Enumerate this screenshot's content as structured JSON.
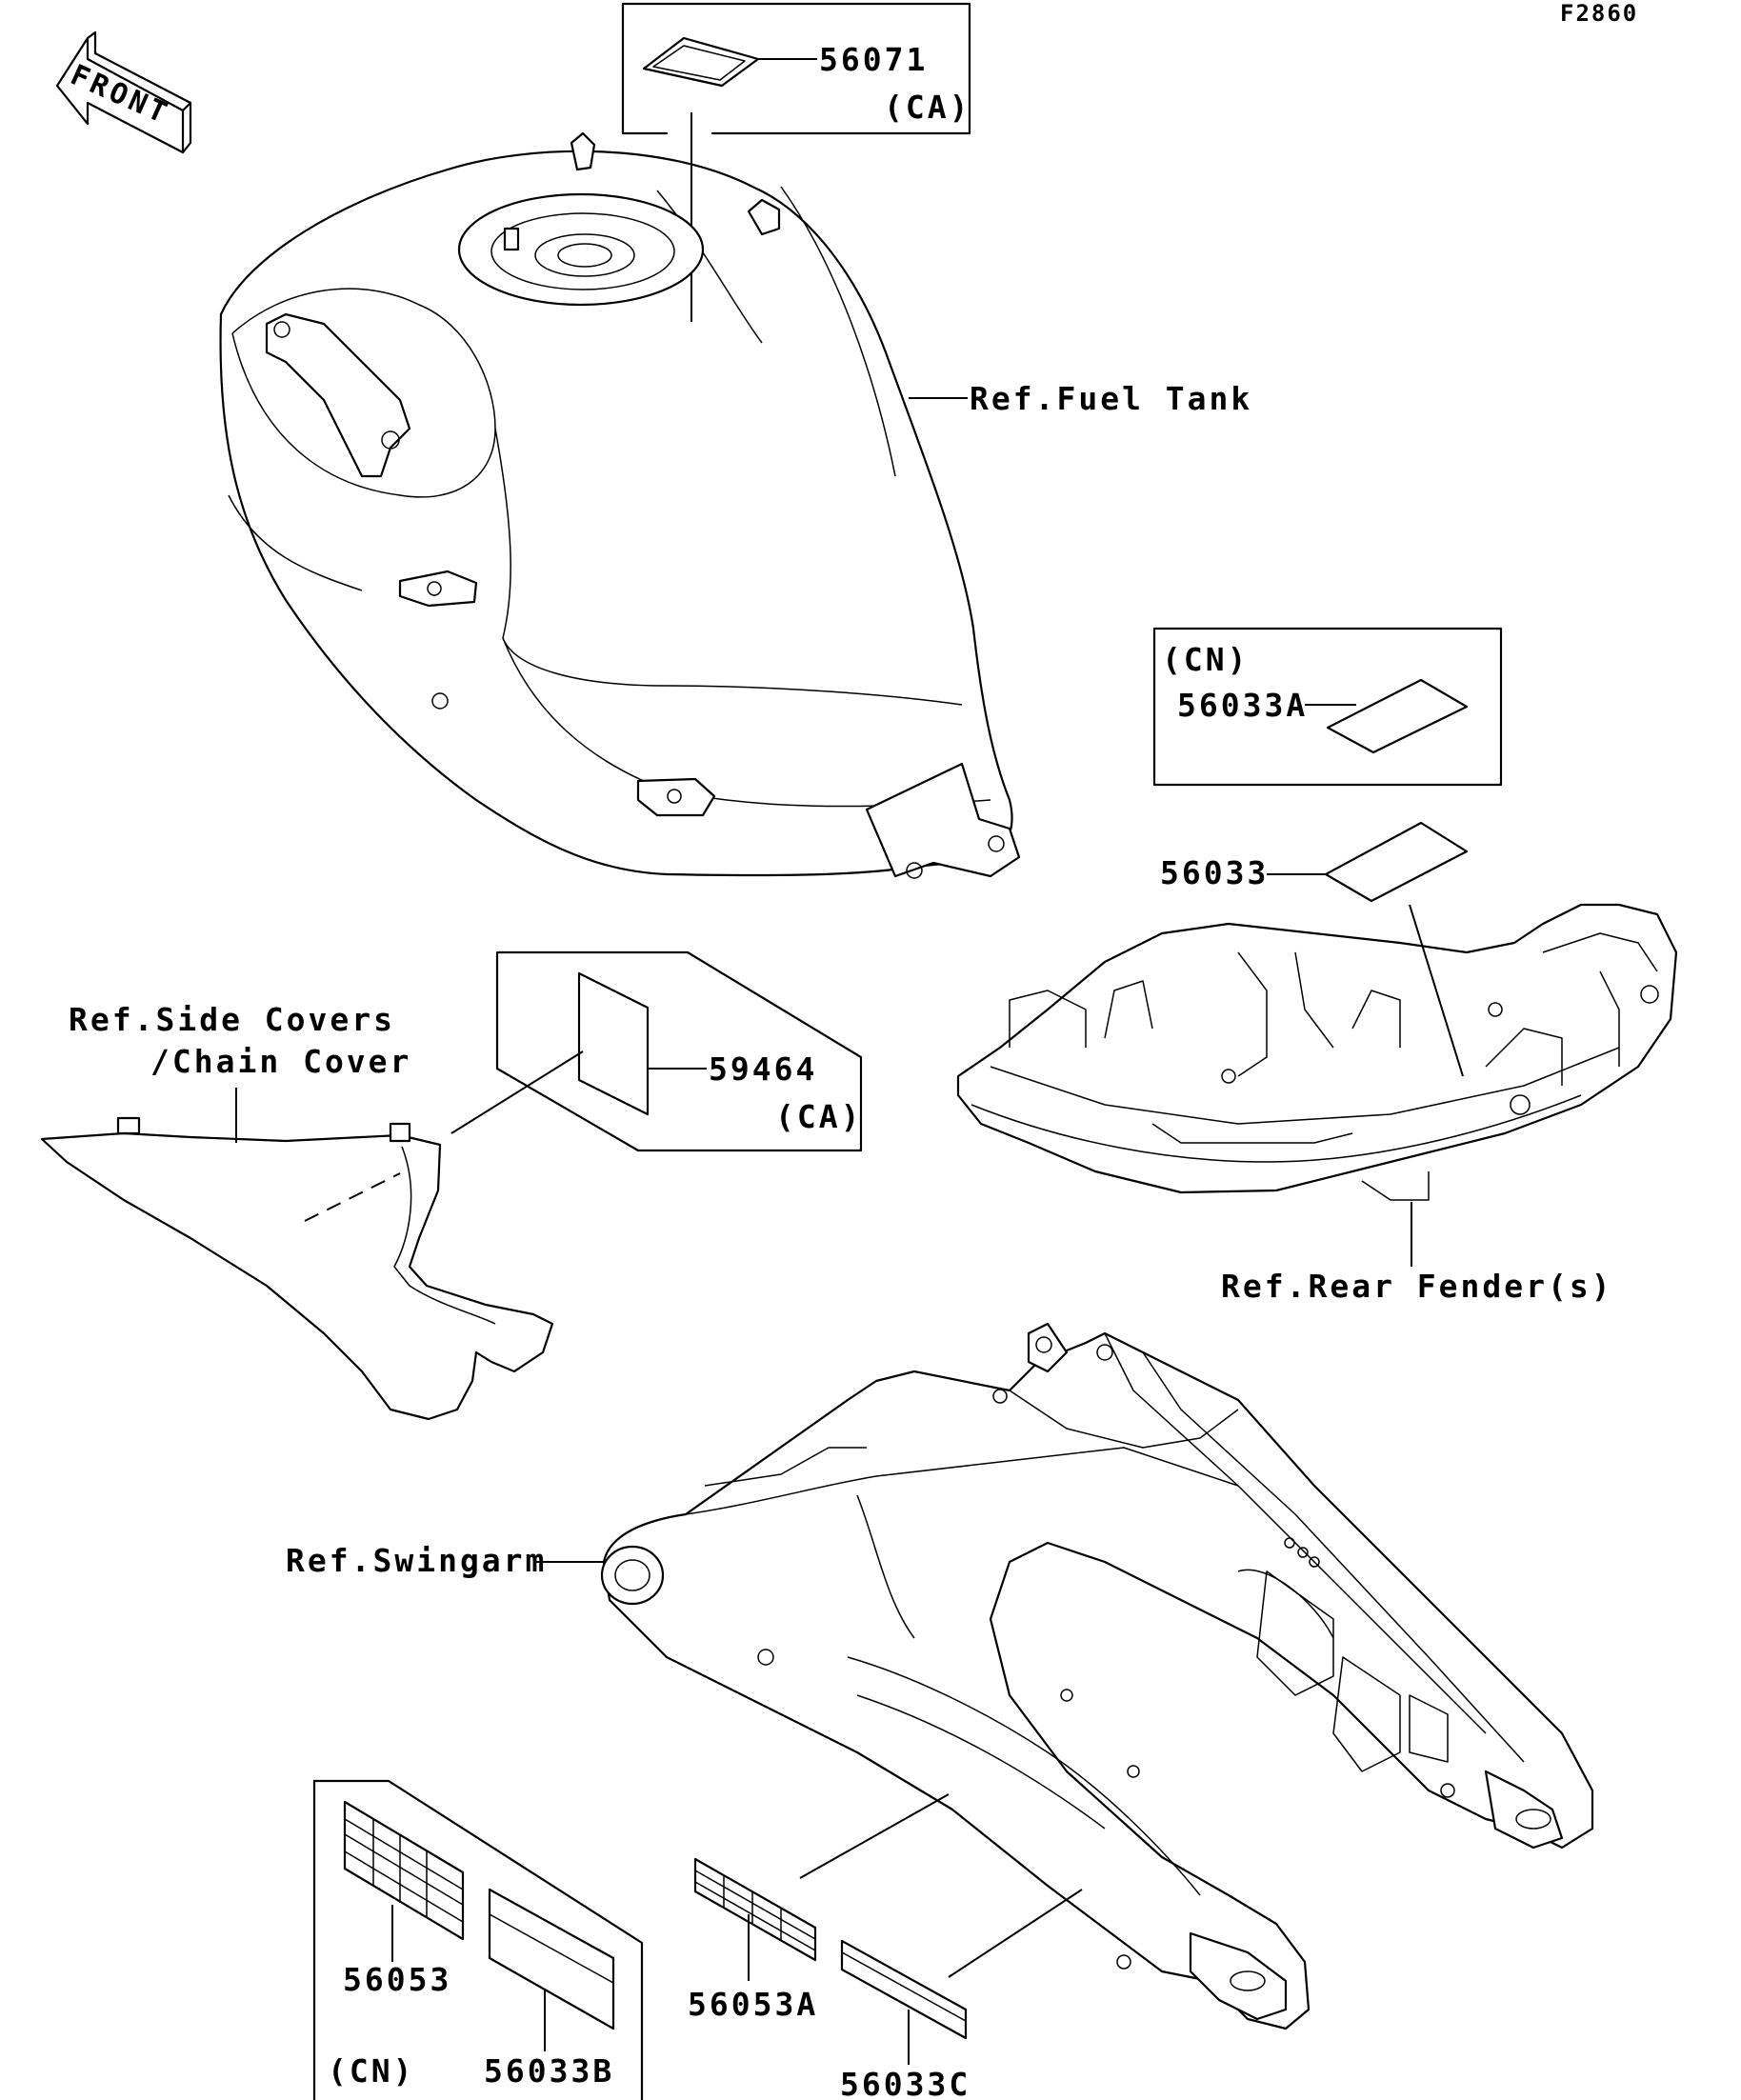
{
  "figure_code": "F2860",
  "front_arrow_text": "FRONT",
  "labels": {
    "p56071": "56071",
    "p56071_region": "(CA)",
    "fuel_tank": "Ref.Fuel Tank",
    "cn_box_region": "(CN)",
    "p56033A": "56033A",
    "p56033": "56033",
    "side_covers_line1": "Ref.Side Covers",
    "side_covers_line2": "/Chain Cover",
    "p59464": "59464",
    "p59464_region": "(CA)",
    "rear_fender": "Ref.Rear Fender(s)",
    "swingarm": "Ref.Swingarm",
    "p56053": "56053",
    "p56033B": "56033B",
    "bottom_box_region": "(CN)",
    "p56053A": "56053A",
    "p56033C": "56033C"
  }
}
